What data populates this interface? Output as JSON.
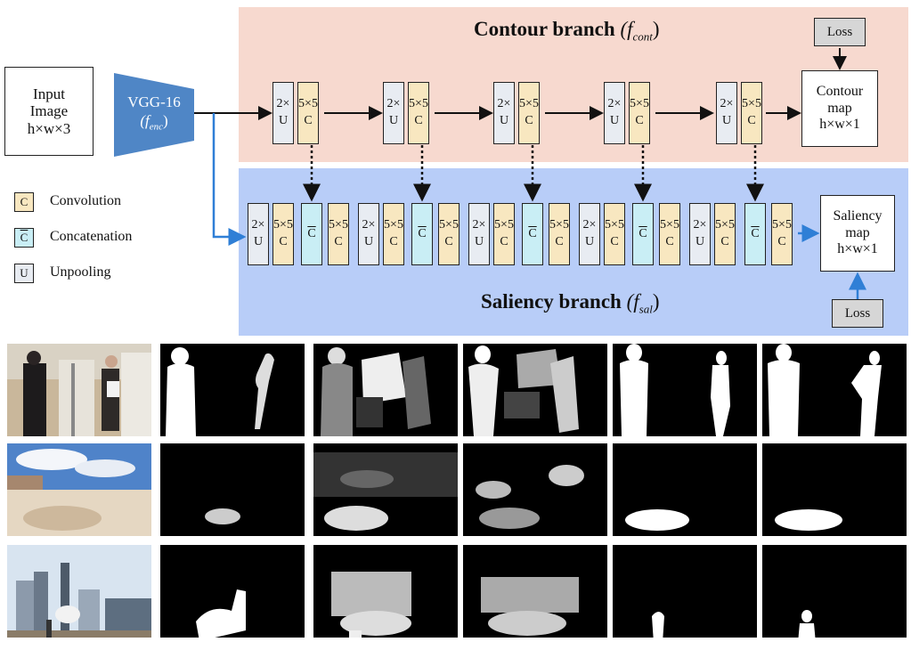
{
  "diagram": {
    "input": {
      "line1": "Input",
      "line2": "Image",
      "line3": "h×w×3"
    },
    "encoder": {
      "name": "VGG-16",
      "symbol": "(f",
      "subscript": "enc",
      "close": ")"
    },
    "contour": {
      "title": "Contour branch",
      "symbol": "(f",
      "subscript": "cont",
      "close": ")",
      "output_line1": "Contour",
      "output_line2": "map",
      "output_line3": "h×w×1",
      "loss": "Loss"
    },
    "saliency": {
      "title": "Saliency branch",
      "symbol": "(f",
      "subscript": "sal",
      "close": ")",
      "output_line1": "Saliency",
      "output_line2": "map",
      "output_line3": "h×w×1",
      "loss": "Loss"
    },
    "block_labels": {
      "unpool_top": "2×",
      "unpool_bottom": "U",
      "conv_top": "5×5",
      "conv_bottom": "C",
      "concat": "C"
    },
    "legend": [
      {
        "symbol": "C",
        "label": "Convolution"
      },
      {
        "symbol": "C",
        "label": "Concatenation"
      },
      {
        "symbol": "U",
        "label": "Unpooling"
      }
    ],
    "colors": {
      "contour_panel": "#f7d9cf",
      "saliency_panel": "#b8cdf8",
      "encoder": "#4f86c6",
      "unpool": "#e8ecf2",
      "conv": "#f8e7c0",
      "concat": "#c9eef5",
      "blue_arrow": "#2f7fd6"
    }
  }
}
